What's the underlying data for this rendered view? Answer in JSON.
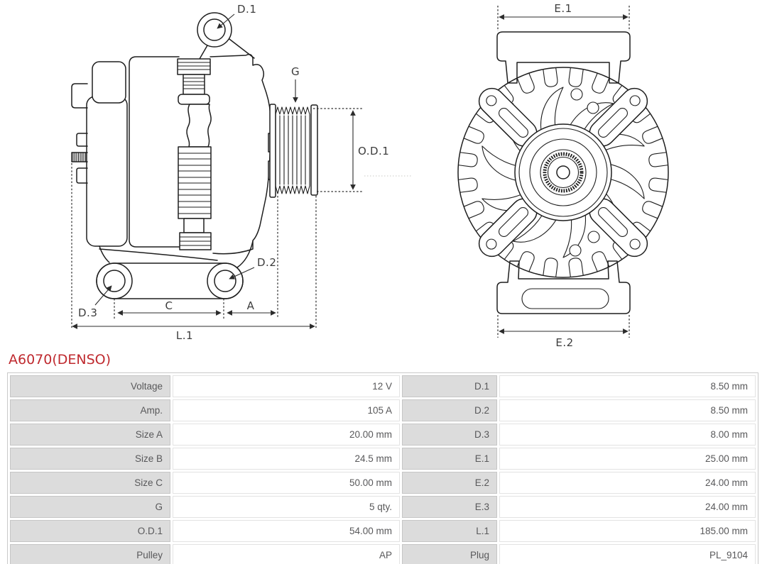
{
  "page": {
    "background": "#ffffff"
  },
  "header": {
    "part_number": "A6070(DENSO)",
    "color": "#bf2a2f"
  },
  "diagram": {
    "line_color": "#1e1e1e",
    "side_view_labels": {
      "d1": "D.1",
      "g": "G",
      "od1": "O.D.1",
      "d2": "D.2",
      "d3": "D.3",
      "c": "C",
      "a": "A",
      "l1": "L.1"
    },
    "front_view_labels": {
      "e1": "E.1",
      "e2": "E.2"
    }
  },
  "spec_table": {
    "rows": [
      {
        "label1": "Voltage",
        "value1": "12 V",
        "label2": "D.1",
        "value2": "8.50 mm"
      },
      {
        "label1": "Amp.",
        "value1": "105 A",
        "label2": "D.2",
        "value2": "8.50 mm"
      },
      {
        "label1": "Size A",
        "value1": "20.00 mm",
        "label2": "D.3",
        "value2": "8.00 mm"
      },
      {
        "label1": "Size B",
        "value1": "24.5 mm",
        "label2": "E.1",
        "value2": "25.00 mm"
      },
      {
        "label1": "Size C",
        "value1": "50.00 mm",
        "label2": "E.2",
        "value2": "24.00 mm"
      },
      {
        "label1": "G",
        "value1": "5 qty.",
        "label2": "E.3",
        "value2": "24.00 mm"
      },
      {
        "label1": "O.D.1",
        "value1": "54.00 mm",
        "label2": "L.1",
        "value2": "185.00 mm"
      },
      {
        "label1": "Pulley",
        "value1": "AP",
        "label2": "Plug",
        "value2": "PL_9104"
      }
    ]
  }
}
